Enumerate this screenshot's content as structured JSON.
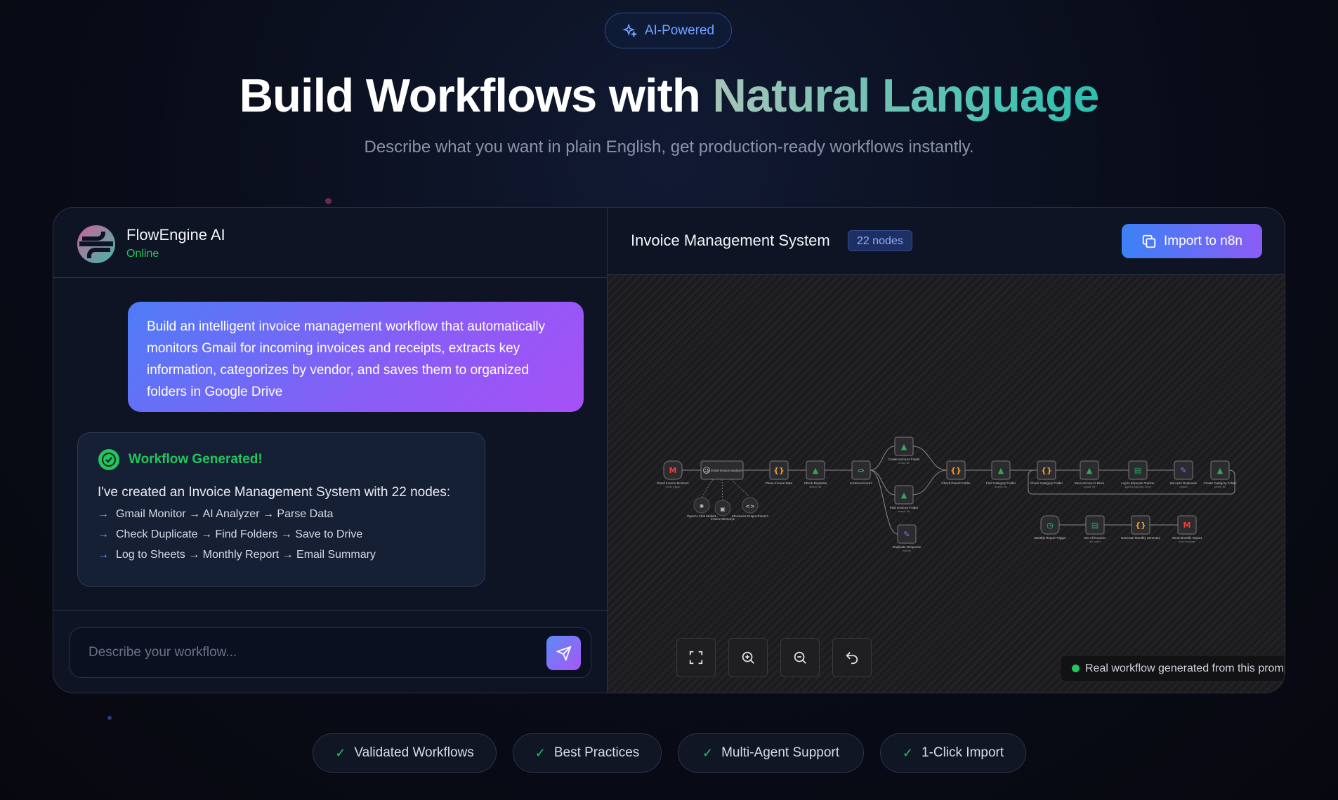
{
  "hero": {
    "badge": "AI-Powered",
    "title_plain": "Build Workflows with ",
    "title_accent": "Natural Language",
    "subtitle": "Describe what you want in plain English, get production-ready workflows instantly."
  },
  "chat": {
    "assistant_name": "FlowEngine AI",
    "status": "Online",
    "user_message": "Build an intelligent invoice management workflow that automatically monitors Gmail for incoming invoices and receipts, extracts key information, categorizes by vendor, and saves them to organized folders in Google Drive",
    "result": {
      "heading": "Workflow Generated!",
      "summary": "I've created an Invoice Management System with 22 nodes:",
      "steps": [
        "Gmail Monitor → AI Analyzer → Parse Data",
        "Check Duplicate → Find Folders → Save to Drive",
        "Log to Sheets → Monthly Report → Email Summary"
      ]
    },
    "input_placeholder": "Describe your workflow...",
    "input_value": ""
  },
  "workflow": {
    "title": "Invoice Management System",
    "node_count": "22 nodes",
    "import_label": "Import to n8n",
    "footer_note": "Real workflow generated from this prompt",
    "controls": [
      "fit-view",
      "zoom-in",
      "zoom-out",
      "reset"
    ],
    "nodes": [
      {
        "label": "Gmail Invoice Monitor1",
        "sub": "Gmail Trigger",
        "icon": "gmail"
      },
      {
        "label": "AI Email Invoice analyzer",
        "sub": "",
        "icon": "robot"
      },
      {
        "label": "Parse Invoice Data",
        "sub": "",
        "icon": "code"
      },
      {
        "label": "Check Duplicate",
        "sub": "search: file",
        "icon": "drive"
      },
      {
        "label": "Is New Invoice?",
        "sub": "",
        "icon": "if"
      },
      {
        "label": "Create Invoices Folder",
        "sub": "create: file",
        "icon": "drive"
      },
      {
        "label": "Find Invoices Folder",
        "sub": "search: file",
        "icon": "drive"
      },
      {
        "label": "Duplicate Response",
        "sub": "manual",
        "icon": "pencil"
      },
      {
        "label": "Check Parent Folder",
        "sub": "",
        "icon": "code"
      },
      {
        "label": "Find Category Folder",
        "sub": "search: file",
        "icon": "drive"
      },
      {
        "label": "Check Category Folder",
        "sub": "",
        "icon": "code"
      },
      {
        "label": "Save Invoice to Drive",
        "sub": "upload: file",
        "icon": "drive"
      },
      {
        "label": "Log to Expense Tracker",
        "sub": "appendOrUpdate: sheet",
        "icon": "sheets"
      },
      {
        "label": "Success Response",
        "sub": "manual",
        "icon": "pencil"
      },
      {
        "label": "Create Category Folder",
        "sub": "create: file",
        "icon": "drive"
      },
      {
        "label": "OpenAI Chat Model1",
        "sub": "",
        "icon": "openai"
      },
      {
        "label": "Invoice Memory1",
        "sub": "",
        "icon": "memory"
      },
      {
        "label": "Structured Output Parser1",
        "sub": "",
        "icon": "parser"
      },
      {
        "label": "Monthly Report Trigger",
        "sub": "",
        "icon": "clock"
      },
      {
        "label": "Get All Invoices",
        "sub": "get: sheet",
        "icon": "sheets"
      },
      {
        "label": "Generate Monthly Summary",
        "sub": "",
        "icon": "code"
      },
      {
        "label": "Send Monthly Report",
        "sub": "send: message",
        "icon": "gmail"
      }
    ]
  },
  "features": [
    "Validated Workflows",
    "Best Practices",
    "Multi-Agent Support",
    "1-Click Import"
  ],
  "colors": {
    "accent_blue": "#4f7cf7",
    "accent_purple": "#a855f7",
    "online_green": "#22c55e",
    "teal": "#2bc0b0"
  }
}
